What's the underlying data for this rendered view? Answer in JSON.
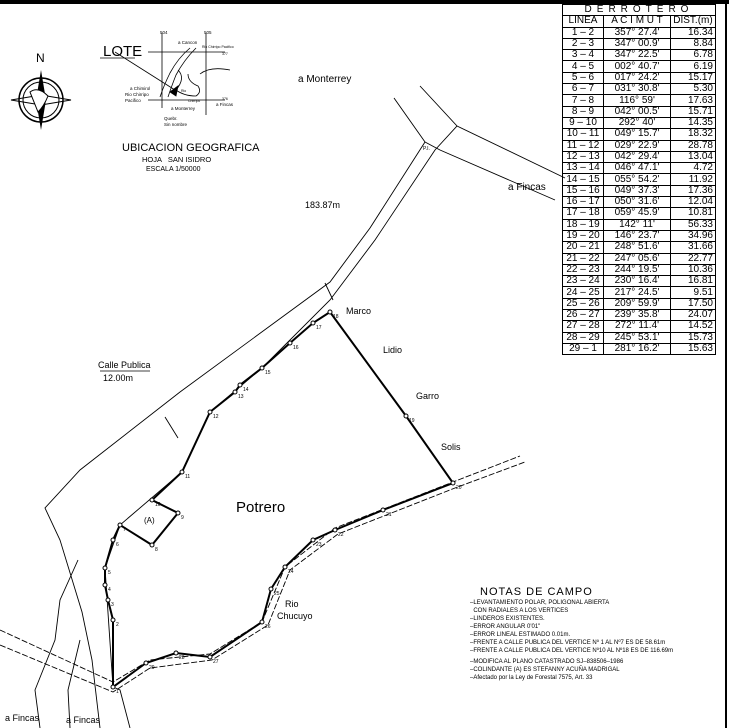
{
  "table": {
    "title": "DERROTERO",
    "headers": [
      "LINEA",
      "A C I M U T",
      "DIST.(m)"
    ],
    "rows": [
      [
        "1 – 2",
        "357° 27.4'",
        "16.34"
      ],
      [
        "2 – 3",
        "347° 00.9'",
        "8.84"
      ],
      [
        "3 – 4",
        "347° 22.5'",
        "6.78"
      ],
      [
        "4 – 5",
        "002° 40.7'",
        "6.19"
      ],
      [
        "5 – 6",
        "017° 24.2'",
        "15.17"
      ],
      [
        "6 – 7",
        "031° 30.8'",
        "5.30"
      ],
      [
        "7 – 8",
        "116° 59'",
        "17.63"
      ],
      [
        "8 – 9",
        "042° 00.5'",
        "15.71"
      ],
      [
        "9 – 10",
        "292° 40'",
        "14.35"
      ],
      [
        "10 – 11",
        "049° 15.7'",
        "18.32"
      ],
      [
        "11 – 12",
        "029° 22.9'",
        "28.78"
      ],
      [
        "12 – 13",
        "042° 29.4'",
        "13.04"
      ],
      [
        "13 – 14",
        "046° 47.1'",
        "4.72"
      ],
      [
        "14 – 15",
        "055° 54.2'",
        "11.92"
      ],
      [
        "15 – 16",
        "049° 37.3'",
        "17.36"
      ],
      [
        "16 – 17",
        "050° 31.6'",
        "12.04"
      ],
      [
        "17 – 18",
        "059° 45.9'",
        "10.81"
      ],
      [
        "18 – 19",
        "142° 11'",
        "56.33"
      ],
      [
        "19 – 20",
        "146° 23.7'",
        "34.96"
      ],
      [
        "20 – 21",
        "248° 51.6'",
        "31.66"
      ],
      [
        "21 – 22",
        "247° 05.6'",
        "22.77"
      ],
      [
        "22 – 23",
        "244° 19.5'",
        "10.36"
      ],
      [
        "23 – 24",
        "230° 16.4'",
        "16.81"
      ],
      [
        "24 – 25",
        "217° 24.5'",
        "9.51"
      ],
      [
        "25 – 26",
        "209° 59.9'",
        "17.50"
      ],
      [
        "26 – 27",
        "239° 35.8'",
        "24.07"
      ],
      [
        "27 – 28",
        "272° 11.4'",
        "14.52"
      ],
      [
        "28 – 29",
        "245° 53.1'",
        "15.73"
      ],
      [
        "29 – 1",
        "281° 16.2'",
        "15.63"
      ]
    ]
  },
  "location": {
    "lote": "LOTE",
    "grid_504": "504",
    "grid_505": "505",
    "grid_377": "377",
    "grid_376": "376",
    "a_cancon": "a Cancon",
    "rio_chirripo_pacifico_top": "Rio Chirripo Pacifico",
    "a_chimirol": "a Chimirol",
    "rio_chirripo": "Rio Chirripo",
    "pacifico": "Pacifico",
    "rio": "Rio",
    "chiripo": "Chirripo",
    "a_fincas": "a Fincas",
    "a_monterrey": "a Monterrey",
    "quebr": "Quebr.",
    "sin_nombre": "Sin nombre",
    "title": "UBICACION GEOGRAFICA",
    "sheet": "HOJA   SAN ISIDRO",
    "scale": "ESCALA 1/50000"
  },
  "north_label": "N",
  "plan": {
    "a_monterrey": "a Monterrey",
    "pi": "P.I.",
    "a_fincas_right": "a Fincas",
    "distance": "183.87m",
    "marco": "Marco",
    "lidio": "Lidio",
    "garro": "Garro",
    "solis": "Solis",
    "potrero": "Potrero",
    "rio": "Rio",
    "chucuyo": "Chucuyo",
    "calle_publica": "Calle Publica",
    "calle_width": "12.00m",
    "parcel_a": "(A)",
    "a_fincas_bl1": "a Fincas",
    "a_fincas_bl2": "a Fincas",
    "vertices": [
      "1",
      "2",
      "3",
      "4",
      "5",
      "6",
      "7",
      "8",
      "9",
      "10",
      "11",
      "12",
      "13",
      "14",
      "15",
      "16",
      "17",
      "18",
      "19",
      "20",
      "21",
      "22",
      "23",
      "24",
      "25",
      "26",
      "27",
      "28",
      "29"
    ]
  },
  "notes": {
    "title": "NOTAS DE CAMPO",
    "lines": [
      "–LEVANTAMIENTO POLAR, POLIGONAL ABIERTA",
      "  CON RADIALES A LOS VERTICES",
      "–LINDEROS EXISTENTES.",
      "–ERROR ANGULAR 0'01\"",
      "–ERROR LINEAL ESTIMADO 0.01m.",
      "–FRENTE A CALLE PUBLICA DEL VERTICE Nº 1 AL Nº7 ES DE 58.61m",
      "–FRENTE A CALLE PUBLICA DEL VERTICE Nº10 AL Nº18 ES DE 116.69m",
      "–MODIFICA AL PLANO CATASTRADO SJ–838506–1986",
      "–COLINDANTE (A) ES STEFANNY ACUÑA MADRIGAL",
      "–Afectado por la Ley de Forestal 7575, Art. 33"
    ]
  }
}
